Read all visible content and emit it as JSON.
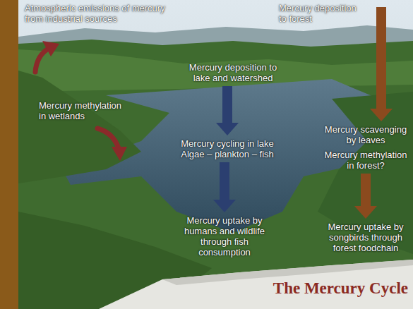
{
  "diagram": {
    "title": "The Mercury Cycle",
    "labels": [
      "Atmospheric emissions of mercury from industrial sources",
      "Mercury deposition to forest",
      "Mercury deposition to lake and watershed",
      "Mercury methylation in wetlands",
      "Mercury scavenging by leaves",
      "Mercury cycling in lake Algae – plankton – fish",
      "Mercury methylation in forest?",
      "Mercury uptake by humans and wildlife through fish consumption",
      "Mercury uptake by songbirds through forest foodchain"
    ]
  }
}
